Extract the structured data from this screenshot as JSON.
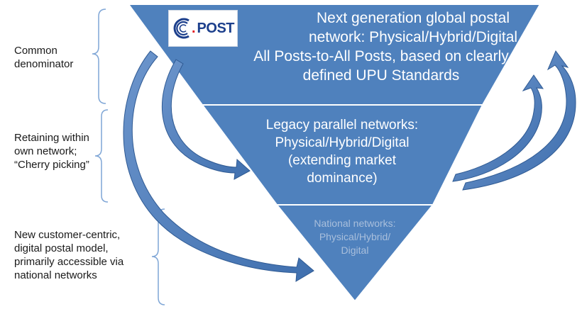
{
  "labels": {
    "common": [
      "Common",
      "denominator"
    ],
    "retaining": [
      "Retaining within",
      "own network;",
      "“Cherry picking”"
    ],
    "customer": [
      "New customer-centric,",
      "digital postal model,",
      "primarily accessible via",
      "national networks"
    ]
  },
  "logo": {
    "dot": ".",
    "word": "POST"
  },
  "tiers": {
    "top": [
      "Next generation global postal",
      "network: Physical/Hybrid/Digital",
      "All Posts-to-All Posts, based on clearly",
      "defined UPU Standards"
    ],
    "middle": [
      "Legacy parallel networks:",
      "Physical/Hybrid/Digital",
      "(extending market",
      "dominance)"
    ],
    "bottom": [
      "National networks:",
      "Physical/Hybrid/",
      "Digital"
    ]
  },
  "colors": {
    "tier_fill": "#4f81bd",
    "tier_outline": "#ffffff",
    "arrow_fill": "#4a7ab8",
    "arrow_edge": "#2f5a93",
    "bracket": "#7fa6d6",
    "top_text": "#ffffff",
    "middle_text": "#ffffff",
    "bottom_text": "#a9bfdc"
  },
  "icons": [
    "logo-c-swirl-icon"
  ]
}
